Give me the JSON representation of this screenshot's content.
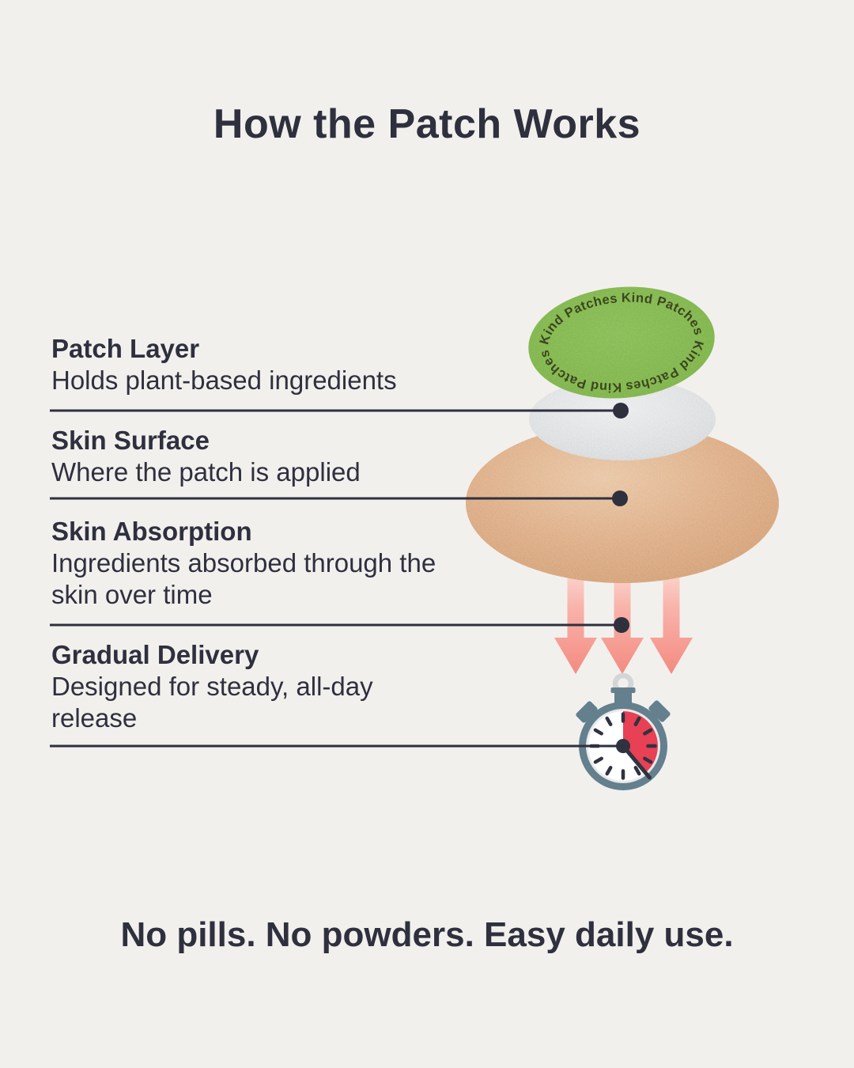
{
  "page": {
    "title": "How the Patch Works",
    "tagline": "No pills. No powders. Easy daily use.",
    "background": "#f2f0ed",
    "text_color": "#2f303e"
  },
  "diagram": {
    "patch_label_text": "Kind Patches",
    "steps": [
      {
        "title": "Patch Layer",
        "description": "Holds plant-based ingredients"
      },
      {
        "title": "Skin Surface",
        "description": "Where the patch is applied"
      },
      {
        "title": "Skin Absorption",
        "description": "Ingredients absorbed through the skin over time"
      },
      {
        "title": "Gradual Delivery",
        "description": "Designed for steady, all-day release"
      }
    ],
    "colors": {
      "patch_green": "#8cc356",
      "patch_text": "#3c461f",
      "adhesive_gray": "#d3d6d8",
      "skin_tan": "#dfa87c",
      "arrow_pink": "#f48b81",
      "stopwatch_slate": "#64808e",
      "stopwatch_red": "#e84054",
      "connector_ink": "#2f303e"
    }
  }
}
